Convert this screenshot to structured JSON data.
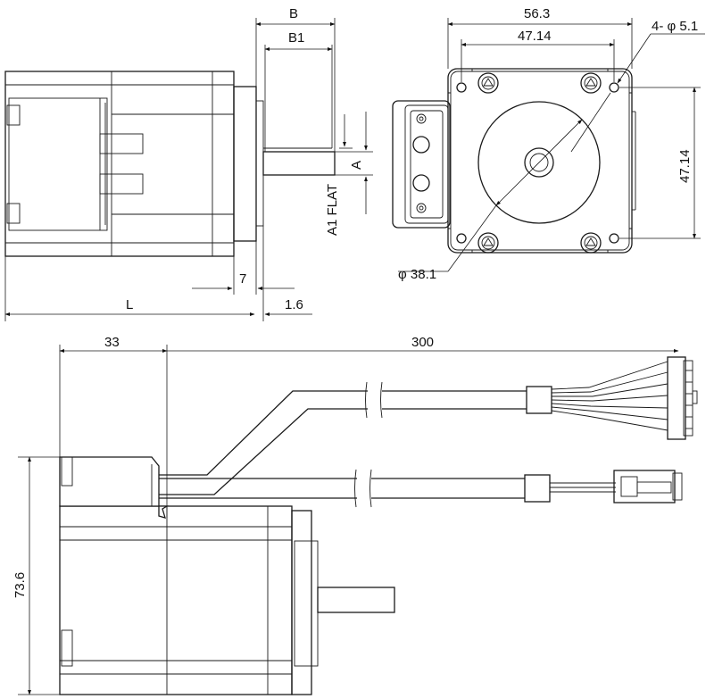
{
  "dimensions": {
    "B": "B",
    "B1": "B1",
    "A": "A",
    "A1_flat": "A1 FLAT",
    "seven": "7",
    "L": "L",
    "one_six": "1.6",
    "width_56_3": "56.3",
    "bolt_47_14_h": "47.14",
    "bolt_47_14_v": "47.14",
    "holes": "4- φ 5.1",
    "pilot": "φ 38.1",
    "cable_33": "33",
    "cable_300": "300",
    "height_73_6": "73.6"
  }
}
